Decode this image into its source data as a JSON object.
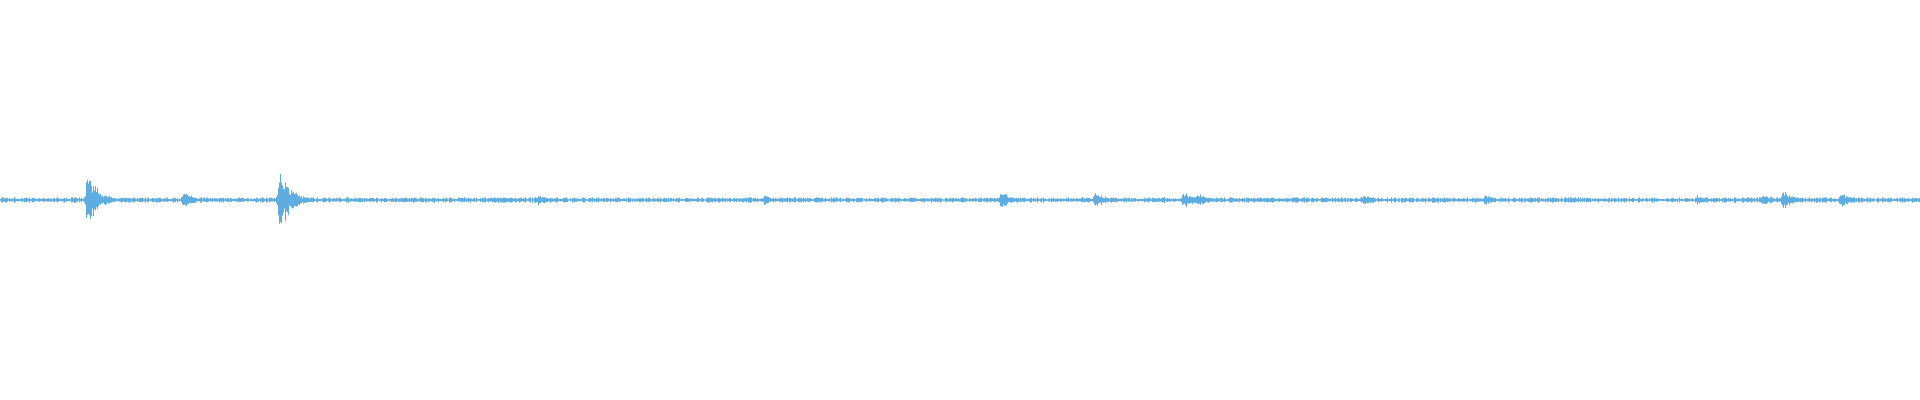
{
  "waveform": {
    "color": "#5dade2",
    "background": "#ffffff",
    "noise_floor": 0.012,
    "transients": [
      {
        "at": 0.045,
        "amplitude": 0.16
      },
      {
        "at": 0.095,
        "amplitude": 0.06
      },
      {
        "at": 0.145,
        "amplitude": 0.19
      },
      {
        "at": 0.28,
        "amplitude": 0.03
      },
      {
        "at": 0.398,
        "amplitude": 0.03
      },
      {
        "at": 0.521,
        "amplitude": 0.05
      },
      {
        "at": 0.57,
        "amplitude": 0.05
      },
      {
        "at": 0.616,
        "amplitude": 0.05
      },
      {
        "at": 0.623,
        "amplitude": 0.04
      },
      {
        "at": 0.71,
        "amplitude": 0.035
      },
      {
        "at": 0.773,
        "amplitude": 0.03
      },
      {
        "at": 0.883,
        "amplitude": 0.03
      },
      {
        "at": 0.918,
        "amplitude": 0.04
      },
      {
        "at": 0.928,
        "amplitude": 0.06
      },
      {
        "at": 0.958,
        "amplitude": 0.05
      }
    ]
  }
}
